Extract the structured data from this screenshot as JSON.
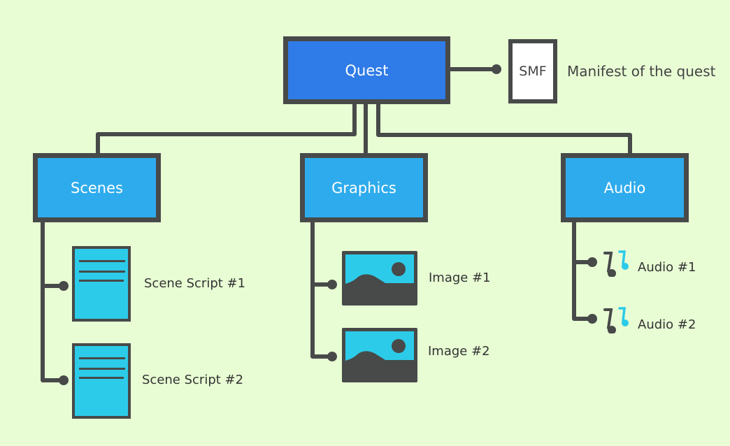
{
  "diagram": {
    "root": {
      "label": "Quest",
      "color": "#2f7be7"
    },
    "manifest": {
      "label": "SMF",
      "description": "Manifest of the quest"
    },
    "categories": [
      {
        "label": "Scenes",
        "item_icon": "document-icon",
        "items": [
          "Scene Script #1",
          "Scene Script #2"
        ]
      },
      {
        "label": "Graphics",
        "item_icon": "image-icon",
        "items": [
          "Image #1",
          "Image #2"
        ]
      },
      {
        "label": "Audio",
        "item_icon": "music-note-icon",
        "items": [
          "Audio #1",
          "Audio #2"
        ]
      }
    ],
    "colors": {
      "background": "#e8fdd4",
      "category_fill": "#2eabec",
      "item_fill": "#2ccbe9",
      "stroke": "#474a49"
    }
  }
}
